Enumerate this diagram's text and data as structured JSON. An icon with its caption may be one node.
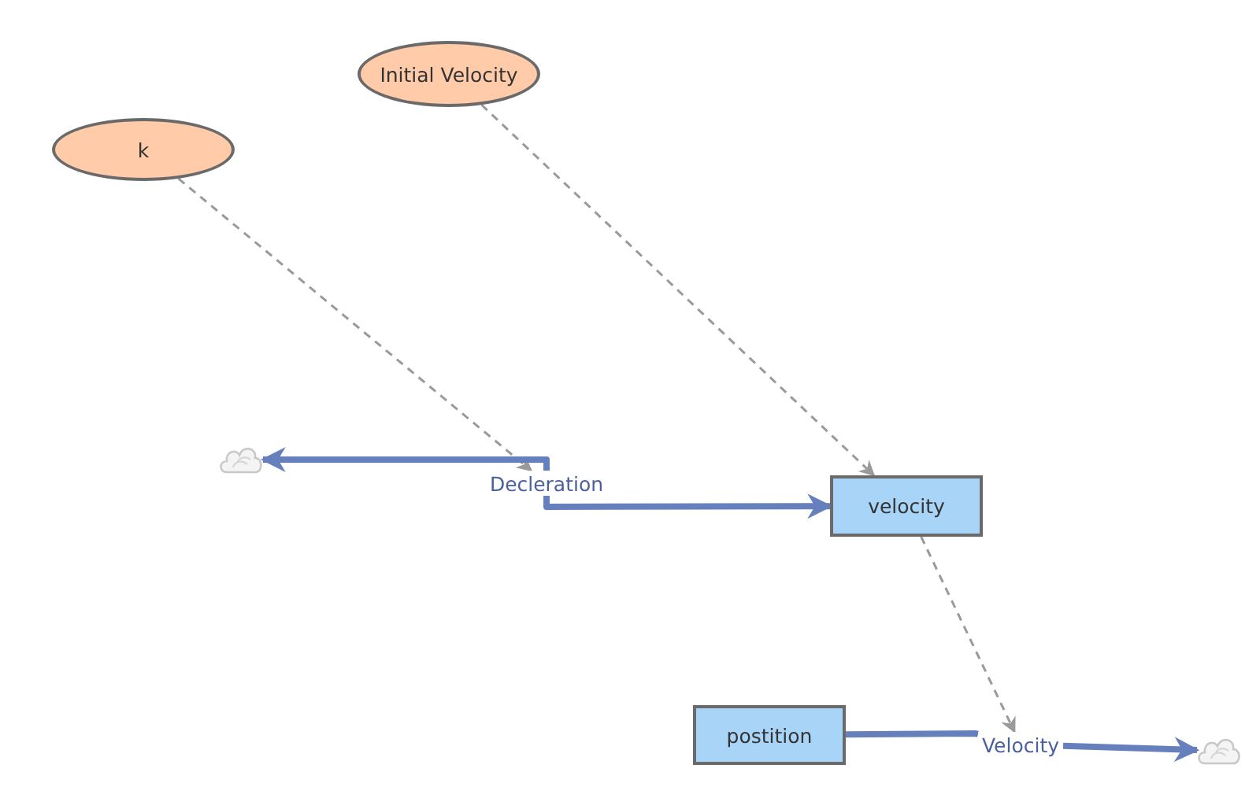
{
  "diagram": {
    "nodes": [
      {
        "text": [
          "Initial Velocity"
        ]
      },
      {
        "text": [
          "k"
        ]
      },
      {
        "text": [],
        "shape": "cloud"
      },
      {
        "text": [
          "Decleration"
        ]
      },
      {
        "text": [
          "velocity"
        ]
      },
      {
        "text": [
          "postition"
        ]
      },
      {
        "text": [
          "Velocity"
        ]
      },
      {
        "text": [],
        "shape": "cloud"
      }
    ],
    "edges": [
      {
        "from": 1,
        "to": 3,
        "arrow": "to",
        "style": "dashed",
        "color": "#9a9a9a"
      },
      {
        "from": 0,
        "to": 4,
        "arrow": "to",
        "style": "dashed",
        "color": "#9a9a9a"
      },
      {
        "from": 3,
        "to": 2,
        "arrow": "to"
      },
      {
        "from": 3,
        "to": 4,
        "arrow": "to"
      },
      {
        "from": 4,
        "to": 6,
        "arrow": "to",
        "style": "dashed",
        "color": "#9a9a9a"
      },
      {
        "from": 5,
        "to": 6,
        "arrow": "none"
      },
      {
        "from": 6,
        "to": 7,
        "arrow": "to"
      }
    ]
  }
}
